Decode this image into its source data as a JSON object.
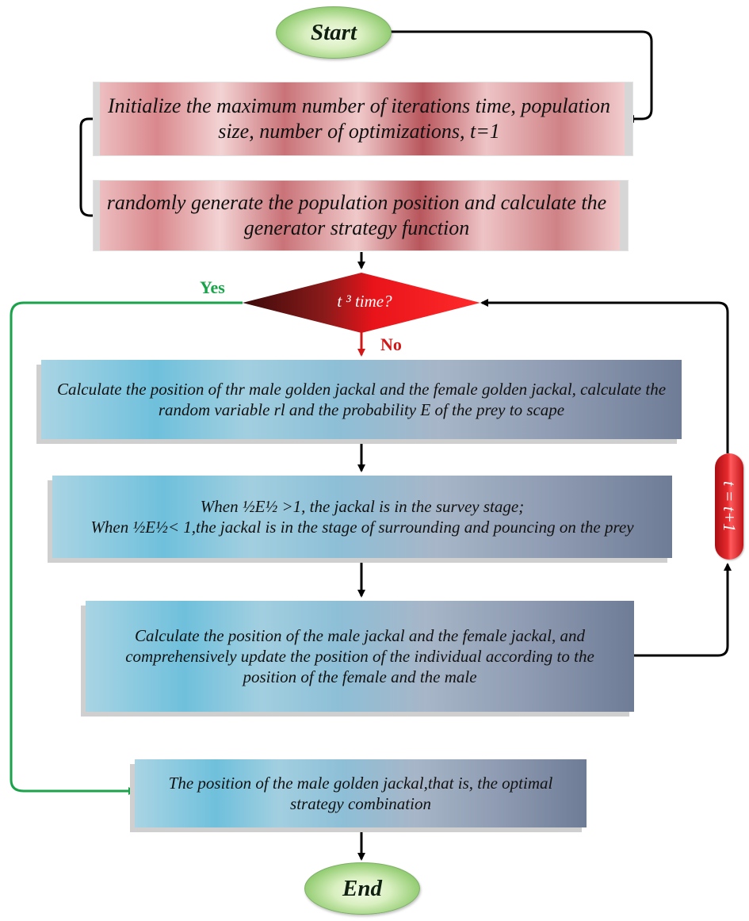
{
  "start_label": "Start",
  "end_label": "End",
  "steps": {
    "init": "Initialize the maximum number of iterations time, population size, number of optimizations, t=1",
    "generate": "randomly generate the population position and calculate the generator strategy function",
    "calc_position": "Calculate the position of thr male golden jackal and the female golden jackal, calculate the random variable rl and the probability E of the prey to scape",
    "stage_line1": "When ½E½ >1, the jackal is in the survey stage;",
    "stage_line2": "When ½E½< 1,the jackal is in the stage of surrounding and pouncing on the prey",
    "update": "Calculate the position of the male jackal and the female jackal, and comprehensively update the position of the individual according to the position of the female and the male",
    "result": "The position of the male golden jackal,that is, the optimal strategy combination"
  },
  "decision": {
    "condition": "t ³ time?",
    "yes_label": "Yes",
    "no_label": "No"
  },
  "increment_label": "t = t+1",
  "colors": {
    "yes_branch": "#1aa34a",
    "no_branch": "#d01818",
    "decision_fill": "#e8141a",
    "wire": "#000000"
  }
}
